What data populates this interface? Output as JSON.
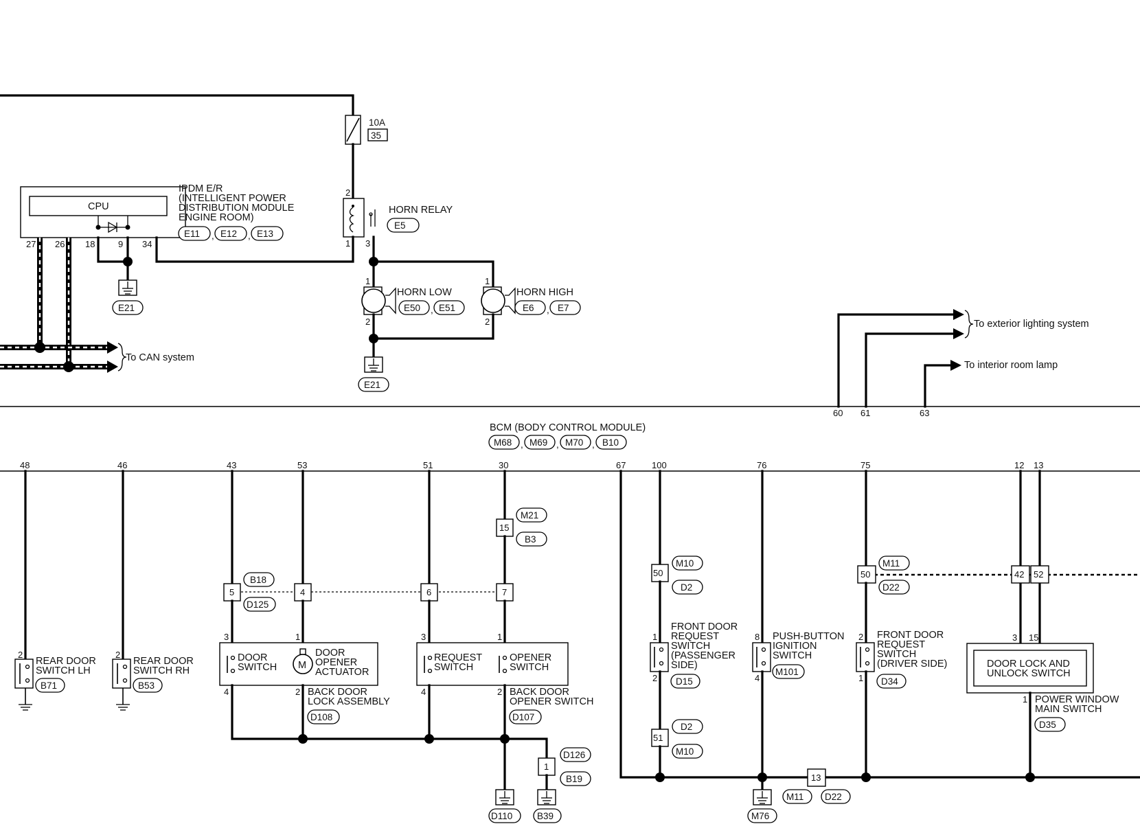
{
  "ipdm": {
    "name_lines": [
      "IPDM E/R",
      "(INTELLIGENT POWER",
      " DISTRIBUTION MODULE",
      " ENGINE ROOM)"
    ],
    "cpu_label": "CPU",
    "connectors": [
      "E11",
      "E12",
      "E13"
    ],
    "pins": [
      "27",
      "26",
      "18",
      "9",
      "34"
    ]
  },
  "fuse": {
    "rating": "10A",
    "number": "35"
  },
  "horn_relay": {
    "name": "HORN RELAY",
    "connector": "E5",
    "pins": [
      "2",
      "1",
      "3"
    ]
  },
  "horn_low": {
    "name": "HORN LOW",
    "connectors": [
      "E50",
      "E51"
    ],
    "pins": [
      "1",
      "2"
    ]
  },
  "horn_high": {
    "name": "HORN HIGH",
    "connectors": [
      "E6",
      "E7"
    ],
    "pins": [
      "1",
      "2"
    ]
  },
  "grounds": {
    "g1": "E21",
    "g2": "E21",
    "g3": "D110",
    "g4": "B39",
    "g5": "M76"
  },
  "can": {
    "label": "To CAN system"
  },
  "exterior": {
    "label": "To exterior lighting system",
    "interior_label": "To interior room lamp",
    "pins": [
      "60",
      "61",
      "63"
    ]
  },
  "bcm": {
    "name": "BCM (BODY CONTROL MODULE)",
    "connectors": [
      "M68",
      "M69",
      "M70",
      "B10"
    ],
    "pins": [
      "48",
      "46",
      "43",
      "53",
      "51",
      "30",
      "67",
      "100",
      "76",
      "75",
      "12",
      "13"
    ]
  },
  "rear_lh": {
    "lines": [
      "REAR DOOR",
      "SWITCH LH"
    ],
    "connector": "B71",
    "pin": "2"
  },
  "rear_rh": {
    "lines": [
      "REAR DOOR",
      "SWITCH RH"
    ],
    "connector": "B53",
    "pin": "2"
  },
  "joint1": {
    "pins": [
      "5",
      "4",
      "6",
      "7"
    ],
    "connectors": [
      "B18",
      "D125"
    ]
  },
  "joint2": {
    "pin": "15",
    "connectors": [
      "M21",
      "B3"
    ]
  },
  "back_door_lock": {
    "door_switch": [
      "DOOR",
      "SWITCH"
    ],
    "actuator": [
      "DOOR",
      "OPENER",
      "ACTUATOR"
    ],
    "motor": "M",
    "name": [
      "BACK DOOR",
      "LOCK ASSEMBLY"
    ],
    "connector": "D108",
    "pins": [
      "3",
      "1",
      "4",
      "2"
    ]
  },
  "back_door_opener": {
    "request": [
      "REQUEST",
      "SWITCH"
    ],
    "opener": [
      "OPENER",
      "SWITCH"
    ],
    "name": [
      "BACK DOOR",
      "OPENER SWITCH"
    ],
    "connector": "D107",
    "pins": [
      "3",
      "1",
      "4",
      "2"
    ]
  },
  "joint3": {
    "pin": "1",
    "connectors": [
      "D126",
      "B19"
    ]
  },
  "front_pass": {
    "lines": [
      "FRONT DOOR",
      "REQUEST",
      "SWITCH",
      "(PASSENGER",
      " SIDE)"
    ],
    "connector": "D15",
    "pins": [
      "1",
      "2"
    ],
    "j_top": {
      "pin": "50",
      "connectors": [
        "M10",
        "D2"
      ]
    },
    "j_bot": {
      "pin": "51",
      "connectors": [
        "D2",
        "M10"
      ]
    }
  },
  "push_button": {
    "lines": [
      "PUSH-BUTTON",
      "IGNITION",
      "SWITCH"
    ],
    "connector": "M101",
    "pins": [
      "8",
      "4"
    ]
  },
  "front_drv": {
    "lines": [
      "FRONT DOOR",
      "REQUEST",
      "SWITCH",
      "(DRIVER SIDE)"
    ],
    "connector": "D34",
    "pins": [
      "2",
      "1"
    ],
    "j_top": {
      "pin": "50",
      "connectors": [
        "M11",
        "D22"
      ]
    }
  },
  "joint_gnd": {
    "pin": "13",
    "connectors": [
      "M11",
      "D22"
    ]
  },
  "lock_switch": {
    "lines": [
      "DOOR LOCK AND",
      "UNLOCK SWITCH"
    ],
    "pw_lines": [
      "POWER WINDOW",
      "MAIN SWITCH"
    ],
    "connector": "D35",
    "pins": [
      "3",
      "15",
      "1"
    ],
    "joint_pins": [
      "42",
      "52"
    ]
  }
}
